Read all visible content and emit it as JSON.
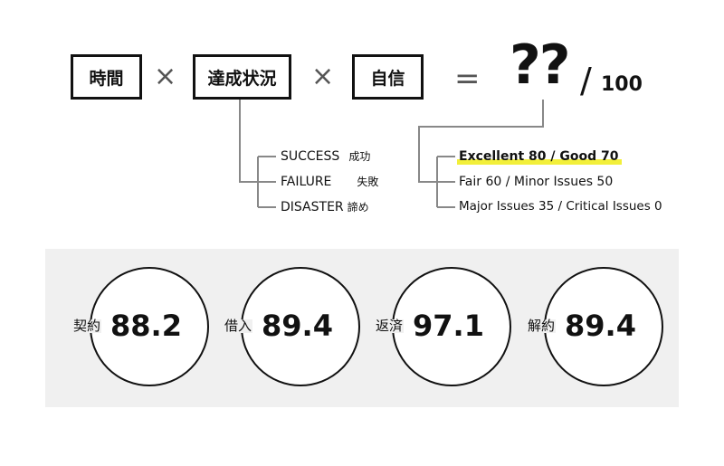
{
  "formula": {
    "factors": [
      "時間",
      "達成状況",
      "自信"
    ],
    "multiply_symbol": "×",
    "equals_symbol": "=",
    "result": "??",
    "slash": "/",
    "max": "100"
  },
  "outcomes": [
    {
      "en": "SUCCESS",
      "jp": "成功"
    },
    {
      "en": "FAILURE",
      "jp": "失敗"
    },
    {
      "en": "DISASTER",
      "jp": "諦め"
    }
  ],
  "grades": [
    "Excellent 80 / Good 70",
    "Fair 60 / Minor Issues 50",
    "Major Issues 35 / Critical Issues 0"
  ],
  "highlight_color": "#f2ef3a",
  "scores": [
    {
      "label": "契約",
      "value": "88.2"
    },
    {
      "label": "借入",
      "value": "89.4"
    },
    {
      "label": "返済",
      "value": "97.1"
    },
    {
      "label": "解約",
      "value": "89.4"
    }
  ]
}
